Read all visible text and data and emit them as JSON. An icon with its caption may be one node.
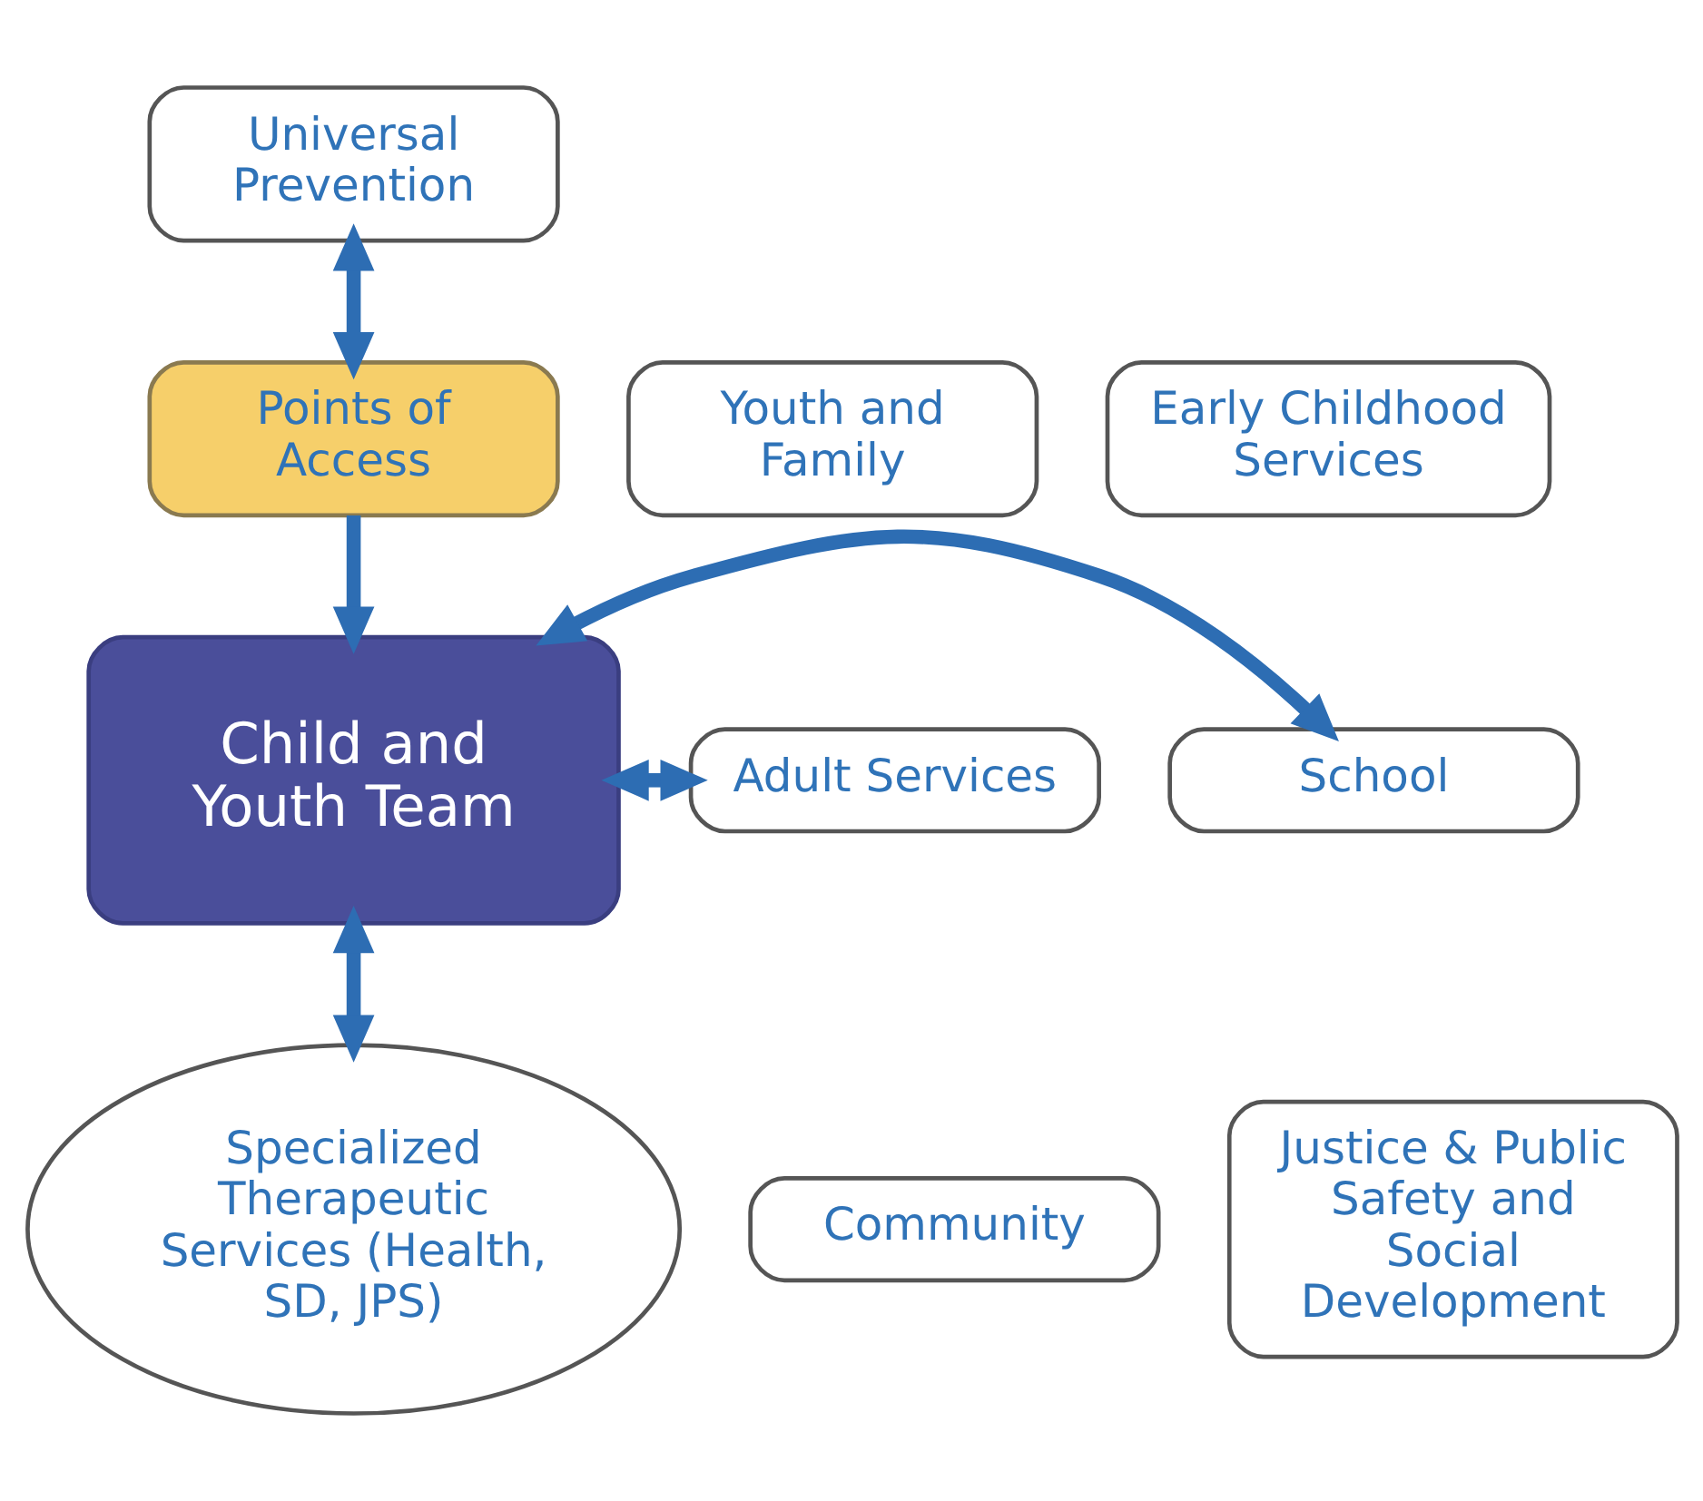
{
  "diagram": {
    "nodes": [
      {
        "text": [
          "Universal Prevention"
        ]
      },
      {
        "text": [
          "Points of Access"
        ]
      },
      {
        "text": [
          "Youth and Family"
        ]
      },
      {
        "text": [
          "School"
        ]
      },
      {
        "text": [
          "Community"
        ]
      },
      {
        "text": [
          "Child and Youth Team"
        ]
      },
      {
        "text": [
          "Early Childhood Services"
        ]
      },
      {
        "text": [
          "Adult Services"
        ]
      },
      {
        "text": [
          "Justice & Public Safety and Social Development"
        ]
      },
      {
        "text": [
          "Specialized Therapeutic Services (Health, SD, JPS)"
        ]
      }
    ],
    "edges": [
      {
        "from": 0,
        "to": 1,
        "arrow": "both"
      },
      {
        "from": 1,
        "to": 5,
        "arrow": "to"
      },
      {
        "from": 5,
        "to": 3,
        "arrow": "both"
      },
      {
        "from": 5,
        "to": 7,
        "arrow": "both"
      },
      {
        "from": 5,
        "to": 9,
        "arrow": "both"
      }
    ]
  }
}
